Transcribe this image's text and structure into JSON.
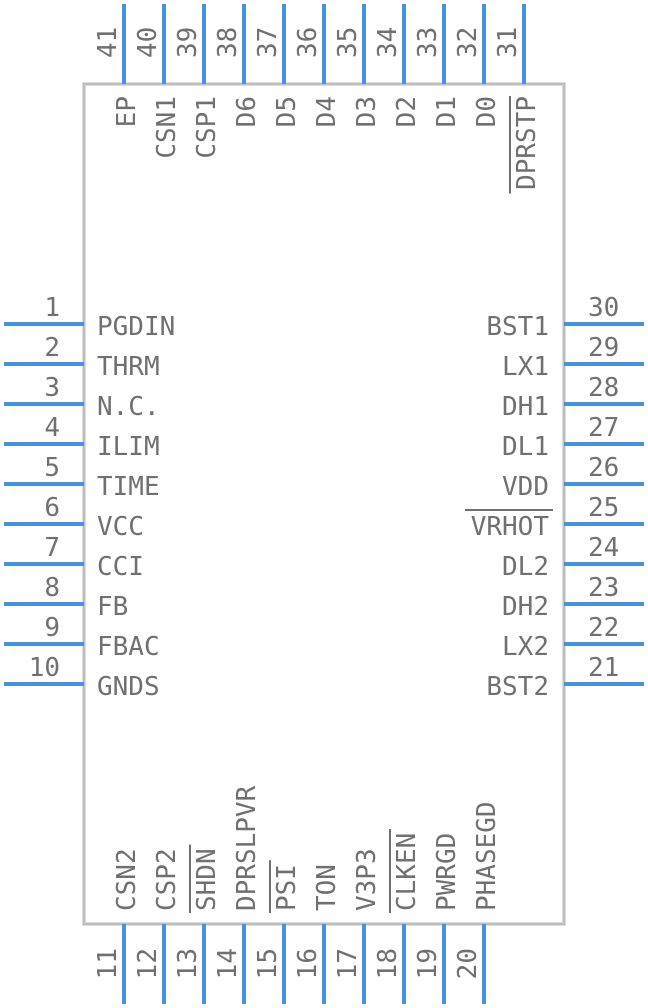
{
  "component": {
    "colors": {
      "pin": "#4a90e2",
      "body_stroke": "#bdbdbd",
      "text": "#707070"
    },
    "left_pins": [
      {
        "num": "1",
        "label": "PGDIN"
      },
      {
        "num": "2",
        "label": "THRM"
      },
      {
        "num": "3",
        "label": "N.C."
      },
      {
        "num": "4",
        "label": "ILIM"
      },
      {
        "num": "5",
        "label": "TIME"
      },
      {
        "num": "6",
        "label": "VCC"
      },
      {
        "num": "7",
        "label": "CCI"
      },
      {
        "num": "8",
        "label": "FB"
      },
      {
        "num": "9",
        "label": "FBAC"
      },
      {
        "num": "10",
        "label": "GNDS"
      }
    ],
    "right_pins": [
      {
        "num": "30",
        "label": "BST1"
      },
      {
        "num": "29",
        "label": "LX1"
      },
      {
        "num": "28",
        "label": "DH1"
      },
      {
        "num": "27",
        "label": "DL1"
      },
      {
        "num": "26",
        "label": "VDD"
      },
      {
        "num": "25",
        "label": "VRHOT",
        "overbar": true
      },
      {
        "num": "24",
        "label": "DL2"
      },
      {
        "num": "23",
        "label": "DH2"
      },
      {
        "num": "22",
        "label": "LX2"
      },
      {
        "num": "21",
        "label": "BST2"
      }
    ],
    "top_pins": [
      {
        "num": "41",
        "label": "EP"
      },
      {
        "num": "40",
        "label": "CSN1"
      },
      {
        "num": "39",
        "label": "CSP1"
      },
      {
        "num": "38",
        "label": "D6"
      },
      {
        "num": "37",
        "label": "D5"
      },
      {
        "num": "36",
        "label": "D4"
      },
      {
        "num": "35",
        "label": "D3"
      },
      {
        "num": "34",
        "label": "D2"
      },
      {
        "num": "33",
        "label": "D1"
      },
      {
        "num": "32",
        "label": "D0"
      },
      {
        "num": "31",
        "label": "DPRSTP",
        "overbar": true
      }
    ],
    "bottom_pins": [
      {
        "num": "11",
        "label": "CSN2"
      },
      {
        "num": "12",
        "label": "CSP2"
      },
      {
        "num": "13",
        "label": "SHDN",
        "overbar": true
      },
      {
        "num": "14",
        "label": "DPRSLPVR"
      },
      {
        "num": "15",
        "label": "PSI",
        "overbar": true
      },
      {
        "num": "16",
        "label": "TON"
      },
      {
        "num": "17",
        "label": "V3P3"
      },
      {
        "num": "18",
        "label": "CLKEN",
        "overbar": true
      },
      {
        "num": "19",
        "label": "PWRGD"
      },
      {
        "num": "20",
        "label": "PHASEGD"
      }
    ]
  }
}
